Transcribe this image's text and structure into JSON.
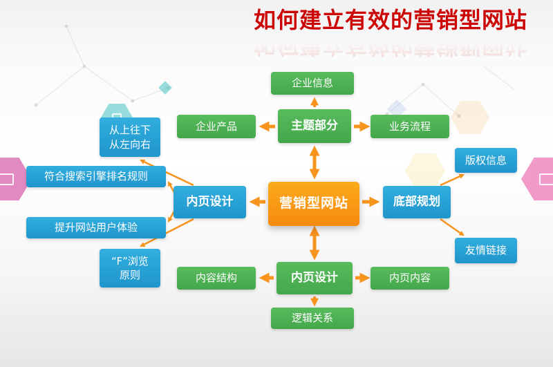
{
  "title": "如何建立有效的营销型网站",
  "colors": {
    "green": "#4cb051",
    "blue": "#28a3d8",
    "orange": "#f79210",
    "arrow": "#f7941d",
    "title_red": "#cc0404"
  },
  "nodes": {
    "marketing_website": "营销型网站",
    "theme_section": "主题部分",
    "enterprise_info": "企业信息",
    "enterprise_products": "企业产品",
    "business_process": "业务流程",
    "inner_design_left": "内页设计",
    "reading_order": "从上往下\n从左向右",
    "seo_rules": "符合搜索引擎排名规则",
    "user_experience": "提升网站用户体验",
    "f_principle": "“F”浏览\n原则",
    "footer_planning": "底部规划",
    "copyright_info": "版权信息",
    "friend_links": "友情链接",
    "inner_design_bottom": "内页设计",
    "content_structure": "内容结构",
    "inner_page_content": "内页内容",
    "logical_relations": "逻辑关系"
  }
}
